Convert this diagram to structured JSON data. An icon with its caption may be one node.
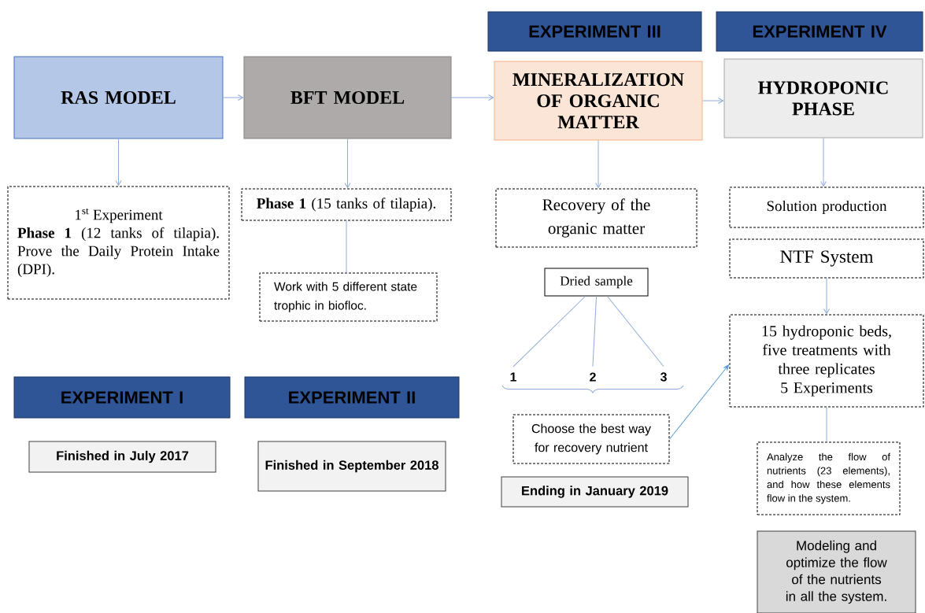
{
  "diagram": {
    "nodes": [
      {
        "text": [
          "RAS MODEL"
        ]
      },
      {
        "text": [
          "BFT MODEL"
        ]
      },
      {
        "text": [
          "EXPERIMENT III"
        ]
      },
      {
        "text": [
          "MINERALIZATION OF ORGANIC MATTER"
        ]
      },
      {
        "text": [
          "EXPERIMENT IV"
        ]
      },
      {
        "text": [
          "HYDROPONIC PHASE"
        ]
      },
      {
        "text": [
          "\\text{1}^{\\text{st}}\\text{ Experiment}",
          "**Phase 1** (12 tanks of tilapia). Prove the Daily Protein Intake (DPI)."
        ]
      },
      {
        "text": [
          "**Phase 1** (15 tanks of tilapia)."
        ]
      },
      {
        "text": [
          "Work with 5 different state trophic in biofloc."
        ]
      },
      {
        "text": [
          "Recovery of the organic matter"
        ]
      },
      {
        "text": [
          "Solution production"
        ]
      },
      {
        "text": [
          "NTF System"
        ]
      },
      {
        "text": [
          "Dried sample"
        ]
      },
      {
        "text": [
          "1"
        ]
      },
      {
        "text": [
          "2"
        ]
      },
      {
        "text": [
          "3"
        ]
      },
      {
        "text": [
          "Choose the best way for recovery nutrient"
        ]
      },
      {
        "text": [
          "15 hydroponic beds, five treatments with three replicates",
          "5 Experiments"
        ]
      },
      {
        "text": [
          "Analyze the flow of nutrients (23 elements), and how these elements flow in the system."
        ]
      },
      {
        "text": [
          "Modeling and optimize the flow of the nutrients in all the system."
        ]
      },
      {
        "text": [
          "EXPERIMENT I"
        ]
      },
      {
        "text": [
          "EXPERIMENT II"
        ]
      },
      {
        "text": [
          "Finished in July 2017"
        ]
      },
      {
        "text": [
          "Finished in September 2018"
        ]
      },
      {
        "text": [
          "Ending in January 2019"
        ]
      }
    ],
    "edges": [
      {
        "from": 0,
        "to": 1,
        "arrow": "to"
      },
      {
        "from": 1,
        "to": 3,
        "arrow": "to"
      },
      {
        "from": 3,
        "to": 5,
        "arrow": "to"
      },
      {
        "from": 0,
        "to": 6,
        "arrow": "to"
      },
      {
        "from": 1,
        "to": 7,
        "arrow": "to"
      },
      {
        "from": 7,
        "to": 8,
        "arrow": "none"
      },
      {
        "from": 3,
        "to": 9,
        "arrow": "to"
      },
      {
        "from": 5,
        "to": 10,
        "arrow": "to"
      },
      {
        "from": 11,
        "to": 17,
        "arrow": "to"
      },
      {
        "from": 12,
        "to": 13,
        "arrow": "none"
      },
      {
        "from": 12,
        "to": 14,
        "arrow": "none"
      },
      {
        "from": 12,
        "to": 15,
        "arrow": "none"
      },
      {
        "from": 16,
        "to": 17,
        "arrow": "to",
        "color": "#5b9bd5"
      },
      {
        "from": 17,
        "to": 18,
        "arrow": "none"
      }
    ]
  }
}
